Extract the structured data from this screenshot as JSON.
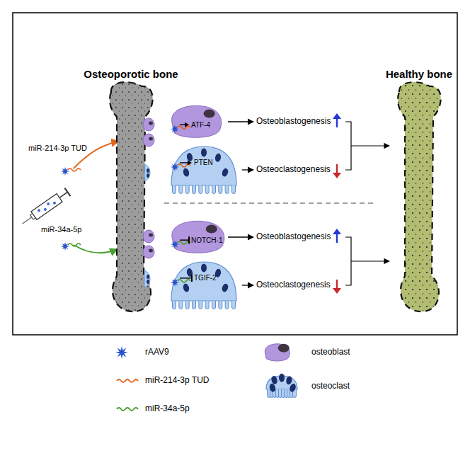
{
  "diagram": {
    "nodes": [
      {
        "text": [
          "Osteoporotic bone"
        ]
      },
      {
        "text": [
          "ATF-4"
        ]
      },
      {
        "text": [
          "PTEN"
        ]
      },
      {
        "text": [
          "NOTCH-1"
        ]
      },
      {
        "text": [
          "TGIF-2"
        ]
      },
      {
        "text": [
          "Healthy bone"
        ]
      }
    ],
    "labels": [
      "miR-214-3p TUD",
      "miR-34a-5p",
      "Osteoblastogenesis",
      "Osteoclastogenesis",
      "Osteoblastogenesis",
      "Osteoclastogenesis"
    ],
    "legend": [
      {
        "text": "rAAV9"
      },
      {
        "text": "miR-214-3p TUD"
      },
      {
        "text": "miR-34a-5p"
      },
      {
        "text": "osteoblast"
      },
      {
        "text": "osteoclast"
      }
    ]
  }
}
